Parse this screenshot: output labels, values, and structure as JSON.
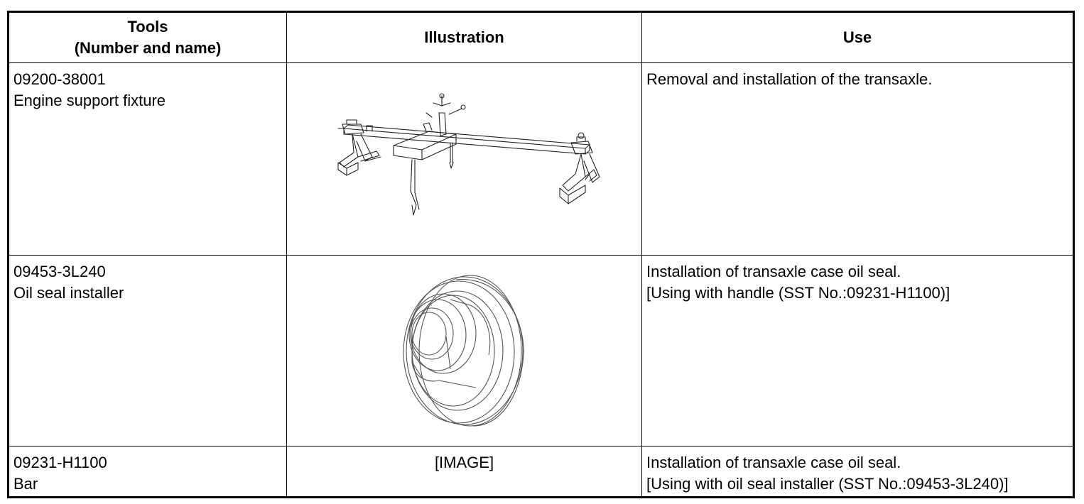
{
  "table": {
    "headers": {
      "tools_line1": "Tools",
      "tools_line2": "(Number and name)",
      "illustration": "Illustration",
      "use": "Use"
    },
    "rows": [
      {
        "number": "09200-38001",
        "name": "Engine support fixture",
        "illustration": "engine-support-fixture-drawing",
        "use_line1": "Removal and installation of the transaxle.",
        "use_line2": ""
      },
      {
        "number": "09453-3L240",
        "name": "Oil seal installer",
        "illustration": "oil-seal-installer-drawing",
        "use_line1": "Installation of transaxle case oil seal.",
        "use_line2": "[Using with handle (SST No.:09231-H1100)]"
      },
      {
        "number": "09231-H1100",
        "name": "Bar",
        "illustration_text": "[IMAGE]",
        "use_line1": "Installation of transaxle case oil seal.",
        "use_line2": "[Using with oil seal installer (SST No.:09453-3L240)]"
      }
    ]
  }
}
